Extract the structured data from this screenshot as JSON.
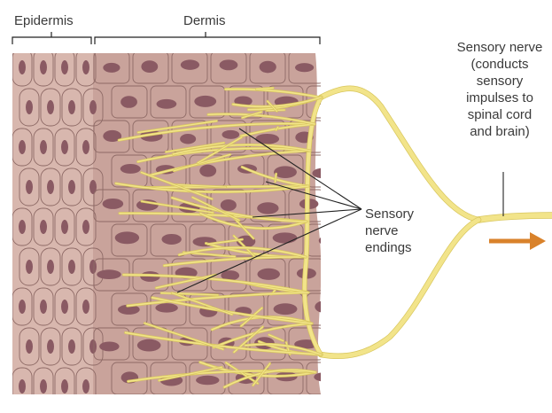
{
  "labels": {
    "epidermis": "Epidermis",
    "dermis": "Dermis",
    "sensory_nerve": "Sensory nerve\n(conducts\nsensory\nimpulses to\nspinal cord\nand brain)",
    "nerve_endings": "Sensory\nnerve\nendings"
  },
  "colors": {
    "tissue": "#c9a39b",
    "tissue_light": "#d8b7ae",
    "cell_outline": "#8e6a66",
    "nucleus": "#8a5a63",
    "nerve": "#f2e48a",
    "nerve_outline": "#d9c75e",
    "arrow": "#d9822b",
    "text": "#3a3a3a",
    "leader": "#222222"
  },
  "icons": {
    "direction_arrow": "arrow-right-icon"
  }
}
